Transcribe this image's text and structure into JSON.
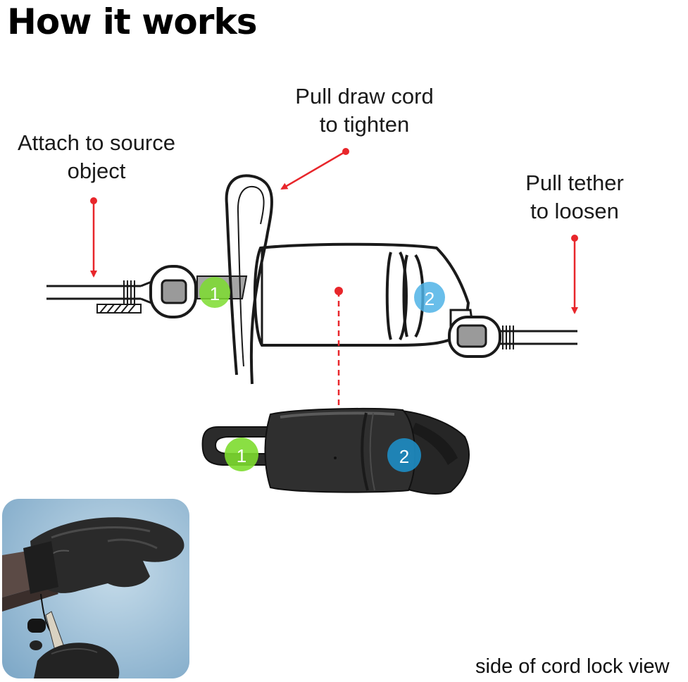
{
  "title": "How it works",
  "labels": {
    "attach_line1": "Attach to source",
    "attach_line2": "object",
    "pull_draw_line1": "Pull draw cord",
    "pull_draw_line2": "to tighten",
    "pull_tether_line1": "Pull tether",
    "pull_tether_line2": "to loosen"
  },
  "markers": {
    "marker1": "1",
    "marker2": "2"
  },
  "caption": "side of cord lock view",
  "colors": {
    "arrow_red": "#e8262b",
    "marker1_green": "#7ddc2f",
    "marker2_blue": "#4fb3e6",
    "marker2_blue_dark": "#1e8dc4",
    "photo_background": "#9cc3de"
  }
}
